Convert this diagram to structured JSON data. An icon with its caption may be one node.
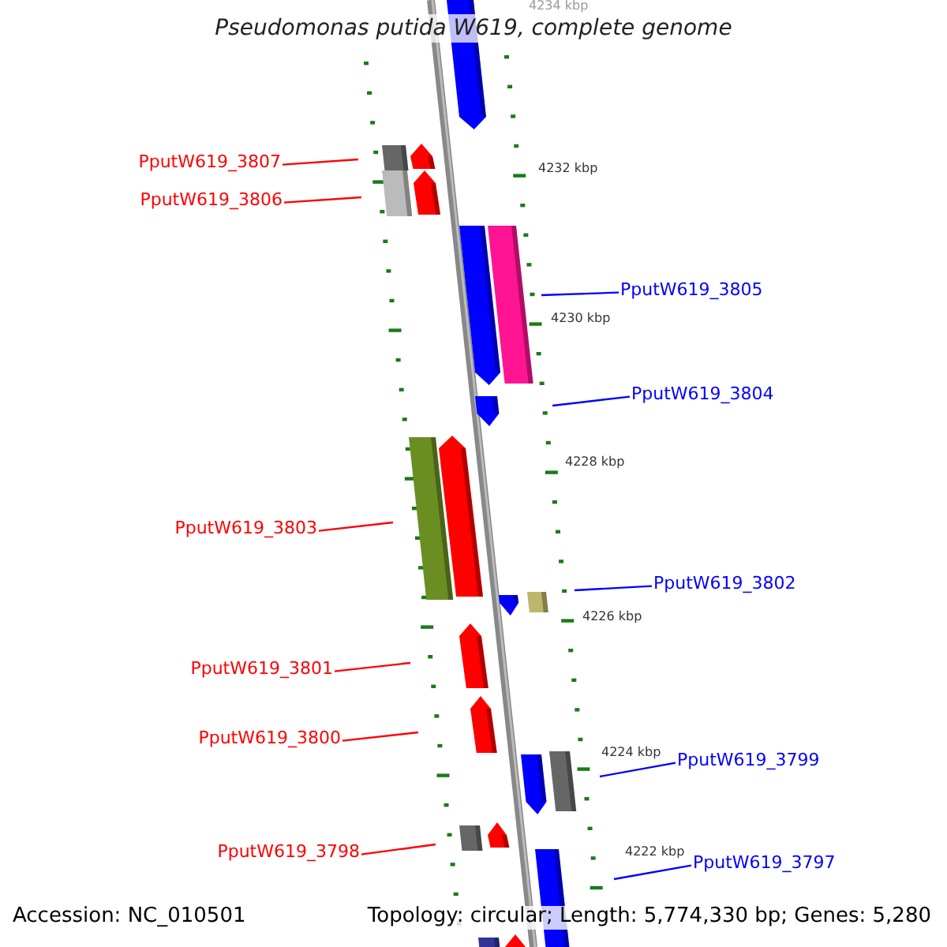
{
  "diagram": {
    "title": "Pseudomonas putida W619, complete genome",
    "nodes": [
      {
        "text": [
          "PputW619_3807"
        ]
      },
      {
        "text": [
          "PputW619_3806"
        ]
      },
      {
        "text": [
          "PputW619_3805"
        ]
      },
      {
        "text": [
          "PputW619_3804"
        ]
      },
      {
        "text": [
          "PputW619_3803"
        ]
      },
      {
        "text": [
          "PputW619_3802"
        ]
      },
      {
        "text": [
          "PputW619_3801"
        ]
      },
      {
        "text": [
          "PputW619_3800"
        ]
      },
      {
        "text": [
          "PputW619_3799"
        ]
      },
      {
        "text": [
          "PputW619_3798"
        ]
      },
      {
        "text": [
          "PputW619_3797"
        ]
      }
    ],
    "edges": [
      {
        "from": 0,
        "to": null,
        "arrow": "none",
        "color": "#ff0000"
      },
      {
        "from": 1,
        "to": null,
        "arrow": "none",
        "color": "#ff0000"
      },
      {
        "from": 2,
        "to": null,
        "arrow": "none",
        "color": "#0000ff"
      },
      {
        "from": 3,
        "to": null,
        "arrow": "none",
        "color": "#0000ff"
      },
      {
        "from": 4,
        "to": null,
        "arrow": "none",
        "color": "#ff0000"
      },
      {
        "from": 5,
        "to": null,
        "arrow": "none",
        "color": "#0000ff"
      },
      {
        "from": 6,
        "to": null,
        "arrow": "none",
        "color": "#ff0000"
      },
      {
        "from": 7,
        "to": null,
        "arrow": "none",
        "color": "#ff0000"
      },
      {
        "from": 8,
        "to": null,
        "arrow": "none",
        "color": "#0000ff"
      },
      {
        "from": 9,
        "to": null,
        "arrow": "none",
        "color": "#ff0000"
      },
      {
        "from": 10,
        "to": null,
        "arrow": "none",
        "color": "#0000ff"
      }
    ],
    "labels": [
      "4234 kbp",
      "4232 kbp",
      "4230 kbp",
      "4228 kbp",
      "4226 kbp",
      "4224 kbp",
      "4222 kbp",
      "Accession: NC_010501",
      "Topology: circular; Length: 5,774,330 bp; Genes: 5,280"
    ]
  }
}
